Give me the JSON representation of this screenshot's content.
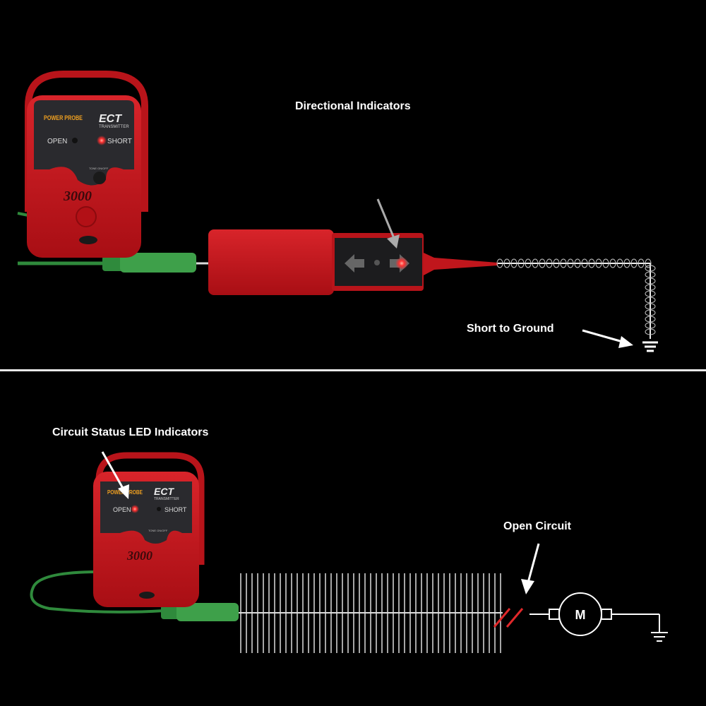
{
  "top_panel": {
    "title": "Directional Indicators",
    "short_label": "Short to Ground",
    "transmitter": {
      "brand": "POWER PROBE",
      "model": "ECT",
      "subtitle": "TRANSMITTER",
      "open_label": "OPEN",
      "short_label": "SHORT",
      "tone_label": "TONE ON/OFF",
      "number": "3000",
      "active_led": "short"
    },
    "receiver": {
      "active_direction": "right"
    }
  },
  "bottom_panel": {
    "led_label": "Circuit Status LED Indicators",
    "open_label": "Open Circuit",
    "motor_letter": "M",
    "transmitter": {
      "brand": "POWER PROBE",
      "model": "ECT",
      "subtitle": "TRANSMITTER",
      "open_label": "OPEN",
      "short_label": "SHORT",
      "tone_label": "TONE ON/OFF",
      "number": "3000",
      "active_led": "open"
    }
  },
  "colors": {
    "device_red": "#c8141c",
    "cable_green": "#2f8a3c",
    "led_red": "#ff3030",
    "break_red": "#e0282a"
  }
}
